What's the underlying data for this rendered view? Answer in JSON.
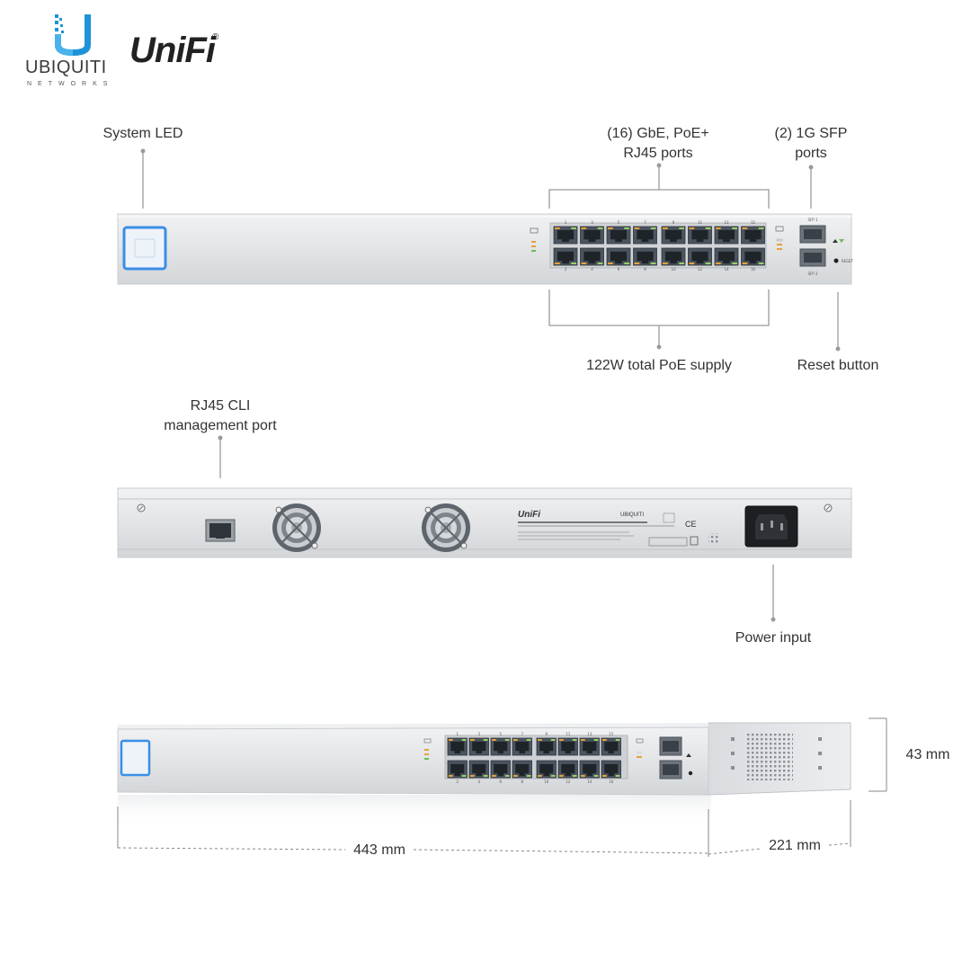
{
  "brand": {
    "company": "UBIQUITI",
    "company_sub": "NETWORKS",
    "product_line": "UniFi",
    "registered": "®"
  },
  "labels": {
    "system_led": "System LED",
    "gbe_ports_line1": "(16) GbE, PoE+",
    "gbe_ports_line2": "RJ45 ports",
    "sfp_ports_line1": "(2) 1G SFP",
    "sfp_ports_line2": "ports",
    "poe_supply": "122W total PoE supply",
    "reset_button": "Reset button",
    "cli_port_line1": "RJ45 CLI",
    "cli_port_line2": "management port",
    "power_input": "Power input"
  },
  "dimensions": {
    "height": "43 mm",
    "width": "443 mm",
    "depth": "221 mm"
  },
  "front_panel": {
    "top_port_numbers": [
      "1",
      "3",
      "5",
      "7",
      "9",
      "11",
      "13",
      "15"
    ],
    "bottom_port_numbers": [
      "2",
      "4",
      "6",
      "8",
      "10",
      "12",
      "14",
      "16"
    ],
    "sfp_top": "SFP 1",
    "sfp_bottom": "SFP 2",
    "reset": "RESET"
  },
  "rear_panel": {
    "brand": "UniFi",
    "vendor": "UBIQUITI",
    "marks": [
      "CE"
    ]
  },
  "colors": {
    "chassis": "#e4e6e8",
    "chassis_edge": "#c9ccd0",
    "led_blue": "#3a8ee6",
    "port_fill": "#4b5560",
    "brand_blue": "#1e93d7",
    "leader": "#9a9a9a"
  }
}
